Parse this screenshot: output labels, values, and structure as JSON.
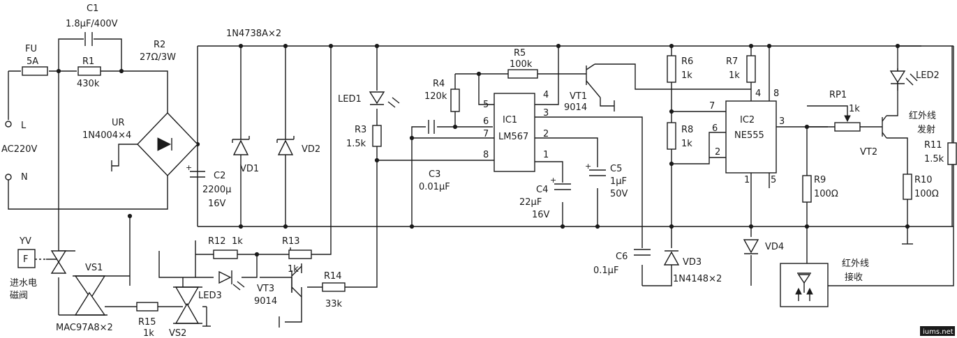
{
  "labels": {
    "C1": "C1",
    "C1_val": "1.8μF/400V",
    "FU": "FU",
    "FU_val": "5A",
    "R1": "R1",
    "R1_val": "430k",
    "R2": "R2",
    "R2_val": "27Ω/3W",
    "L": "L",
    "AC": "AC220V",
    "N": "N",
    "UR": "UR",
    "UR_val": "1N4004×4",
    "C2": "C2",
    "C2_val": "2200μ",
    "C2_val2": "16V",
    "VD_pair": "1N4738A×2",
    "VD1": "VD1",
    "VD2": "VD2",
    "LED1": "LED1",
    "R3": "R3",
    "R3_val": "1.5k",
    "R4": "R4",
    "R4_val": "120k",
    "R5": "R5",
    "R5_val": "100k",
    "C3": "C3",
    "C3_val": "0.01μF",
    "IC1": "IC1",
    "IC1_type": "LM567",
    "C4": "C4",
    "C4_val": "22μF",
    "C4_val2": "16V",
    "C5": "C5",
    "C5_val": "1μF",
    "C5_val2": "50V",
    "VT1": "VT1",
    "VT1_val": "9014",
    "R6": "R6",
    "R6_val": "1k",
    "R7": "R7",
    "R7_val": "1k",
    "R8": "R8",
    "R8_val": "1k",
    "IC2": "IC2",
    "IC2_type": "NE555",
    "RP1": "RP1",
    "RP1_val": "1k",
    "LED2": "LED2",
    "ir_tx": "红外线",
    "ir_tx2": "发射",
    "VT2": "VT2",
    "R11": "R11",
    "R11_val": "1.5k",
    "R9": "R9",
    "R9_val": "100Ω",
    "R10": "R10",
    "R10_val": "100Ω",
    "C6": "C6",
    "C6_val": "0.1μF",
    "VD3": "VD3",
    "VD4": "VD4",
    "VD_diode": "1N4148×2",
    "ir_rx": "红外线",
    "ir_rx2": "接收",
    "YV": "YV",
    "F": "F",
    "valve": "进水电",
    "valve2": "磁阀",
    "VS1": "VS1",
    "VS_type": "MAC97A8×2",
    "R15": "R15",
    "R15_val": "1k",
    "VS2": "VS2",
    "R12": "R12",
    "R12_val": "1k",
    "R13": "R13",
    "R13_val": "1k",
    "LED3": "LED3",
    "VT3": "VT3",
    "VT3_val": "9014",
    "R14": "R14",
    "R14_val": "33k",
    "watermark": "iums.net",
    "pin": {
      "p1": "1",
      "p2": "2",
      "p3": "3",
      "p4": "4",
      "p5": "5",
      "p6": "6",
      "p7": "7",
      "p8": "8"
    }
  }
}
